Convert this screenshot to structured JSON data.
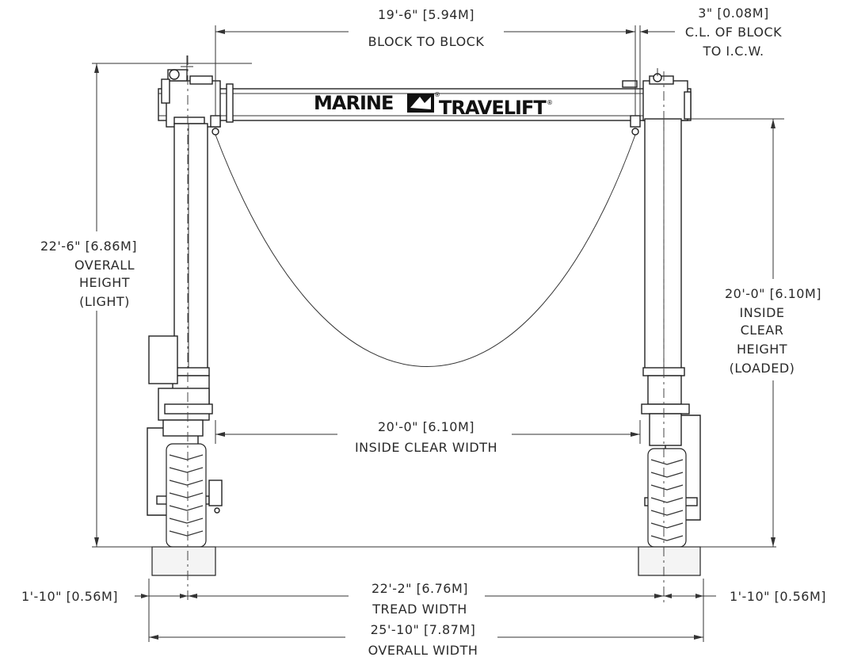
{
  "brand": {
    "left": "MARINE",
    "right": "TRAVELIFT",
    "registered": "®"
  },
  "dimensions": {
    "block_to_block": {
      "value": "19'-6\" [5.94M]",
      "label": "BLOCK TO BLOCK"
    },
    "block_offset": {
      "value": "3\" [0.08M]",
      "label_line1": "C.L. OF BLOCK",
      "label_line2": "TO I.C.W."
    },
    "overall_height": {
      "value": "22'-6\" [6.86M]",
      "label_line1": "OVERALL",
      "label_line2": "HEIGHT",
      "label_line3": "(LIGHT)"
    },
    "inside_clear_height": {
      "value": "20'-0\" [6.10M]",
      "label_line1": "INSIDE",
      "label_line2": "CLEAR",
      "label_line3": "HEIGHT",
      "label_line4": "(LOADED)"
    },
    "inside_clear_width": {
      "value": "20'-0\" [6.10M]",
      "label": "INSIDE CLEAR WIDTH"
    },
    "tread_width": {
      "value": "22'-2\" [6.76M]",
      "label": "TREAD WIDTH"
    },
    "left_offset": {
      "value": "1'-10\" [0.56M]"
    },
    "right_offset": {
      "value": "1'-10\" [0.56M]"
    },
    "overall_width": {
      "value": "25'-10\" [7.87M]",
      "label": "OVERALL WIDTH"
    }
  }
}
